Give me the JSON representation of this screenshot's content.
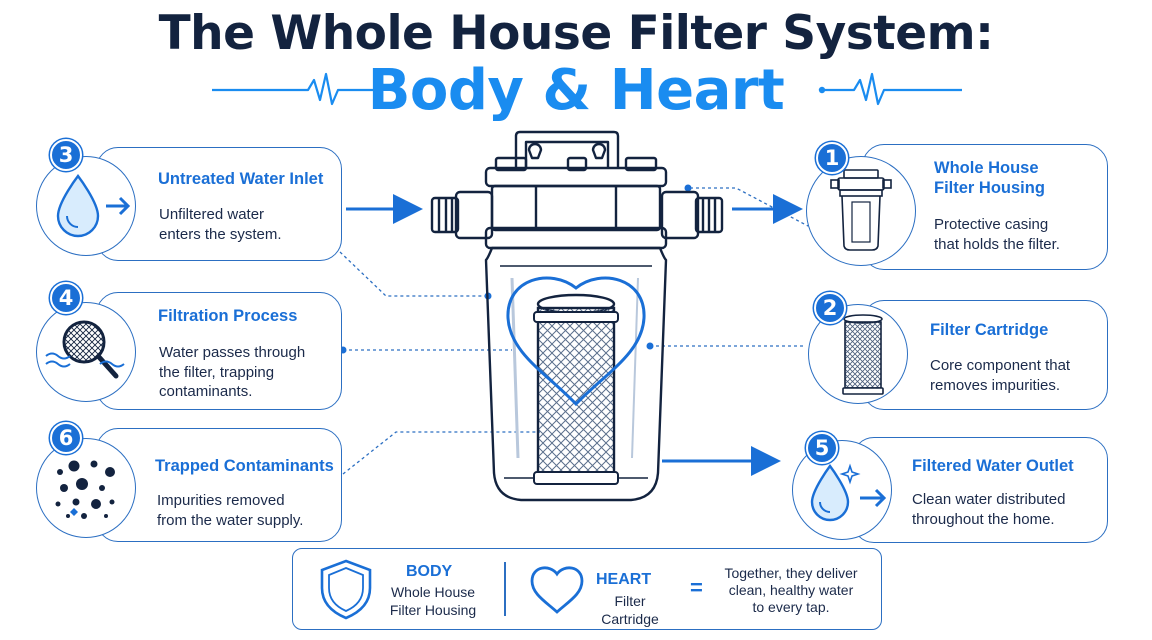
{
  "header": {
    "title": "The Whole House Filter System:",
    "subtitle": "Body & Heart"
  },
  "colors": {
    "accent": "#1a8cf0",
    "badge": "#1a6fd6",
    "navy": "#13233f",
    "outline": "#2c6fc2"
  },
  "cards": {
    "inlet": {
      "number": "3",
      "title": "Untreated Water Inlet",
      "lines": [
        "Unfiltered water",
        "enters the system."
      ],
      "icon": "water-drop-arrow-icon"
    },
    "filtration": {
      "number": "4",
      "title": "Filtration Process",
      "lines": [
        "Water passes through",
        "the filter, trapping",
        "contaminants."
      ],
      "icon": "magnifier-mesh-icon"
    },
    "contaminants": {
      "number": "6",
      "title": "Trapped Contaminants",
      "lines": [
        "Impurities removed",
        "from the water supply."
      ],
      "icon": "particles-icon"
    },
    "housing": {
      "number": "1",
      "title_lines": [
        "Whole House",
        "Filter Housing"
      ],
      "lines": [
        "Protective casing",
        "that holds the filter."
      ],
      "icon": "filter-housing-icon"
    },
    "cartridge": {
      "number": "2",
      "title": "Filter Cartridge",
      "lines": [
        "Core component that",
        "removes impurities."
      ],
      "icon": "filter-cartridge-icon"
    },
    "outlet": {
      "number": "5",
      "title": "Filtered Water Outlet",
      "lines": [
        "Clean water distributed",
        "throughout the home."
      ],
      "icon": "clean-drop-arrow-icon"
    }
  },
  "legend": {
    "body_label": "BODY",
    "body_lines": [
      "Whole House",
      "Filter Housing"
    ],
    "heart_label": "HEART",
    "heart_sub": "Filter Cartridge",
    "equals": "=",
    "note_lines": [
      "Together, they deliver",
      "clean, healthy water",
      "to every tap."
    ],
    "shield_icon": "shield-icon",
    "heart_icon": "heart-icon"
  }
}
